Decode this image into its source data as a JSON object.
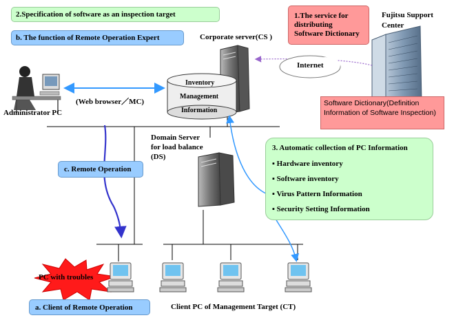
{
  "labels": {
    "spec_target": "2.Specification of software as an inspection target",
    "remote_expert": "b. The function of Remote Operation Expert",
    "service_line1": "1.The service for",
    "service_line2": "distributing",
    "service_line3": "Software Dictionary",
    "fujitsu_line1": "Fujitsu Support",
    "fujitsu_line2": "Center",
    "corporate_server": "Corporate server(CS )",
    "internet": "Internet",
    "inv_line1": "Inventory",
    "inv_line2": "Management",
    "inv_line3": "Information",
    "web_browser": "(Web browser／MC)",
    "admin_pc": "Administrator PC",
    "software_dictionary": "Software Dictionary(Definition Information of Software Inspection)",
    "domain_line1": "Domain Server",
    "domain_line2": "for load balance",
    "domain_line3": "(DS)",
    "remote_operation": "c. Remote Operation",
    "auto_collection_title": "3. Automatic collection of PC Information",
    "pc_troubles": "PC with troubles",
    "client_remote": "a. Client of Remote Operation",
    "client_pc_ct": "Client PC of Management Target (CT)"
  },
  "auto_collection_items": [
    "Hardware inventory",
    "Software inventory",
    "Virus Pattern Information",
    "Security Setting Information"
  ],
  "colors": {
    "green_box": "#ccffcc",
    "blue_box": "#99ccff",
    "pink_box": "#ff9999",
    "arrow_blue": "#3399ff",
    "arrow_purple": "#3333cc",
    "burst_red": "#ff0000"
  }
}
